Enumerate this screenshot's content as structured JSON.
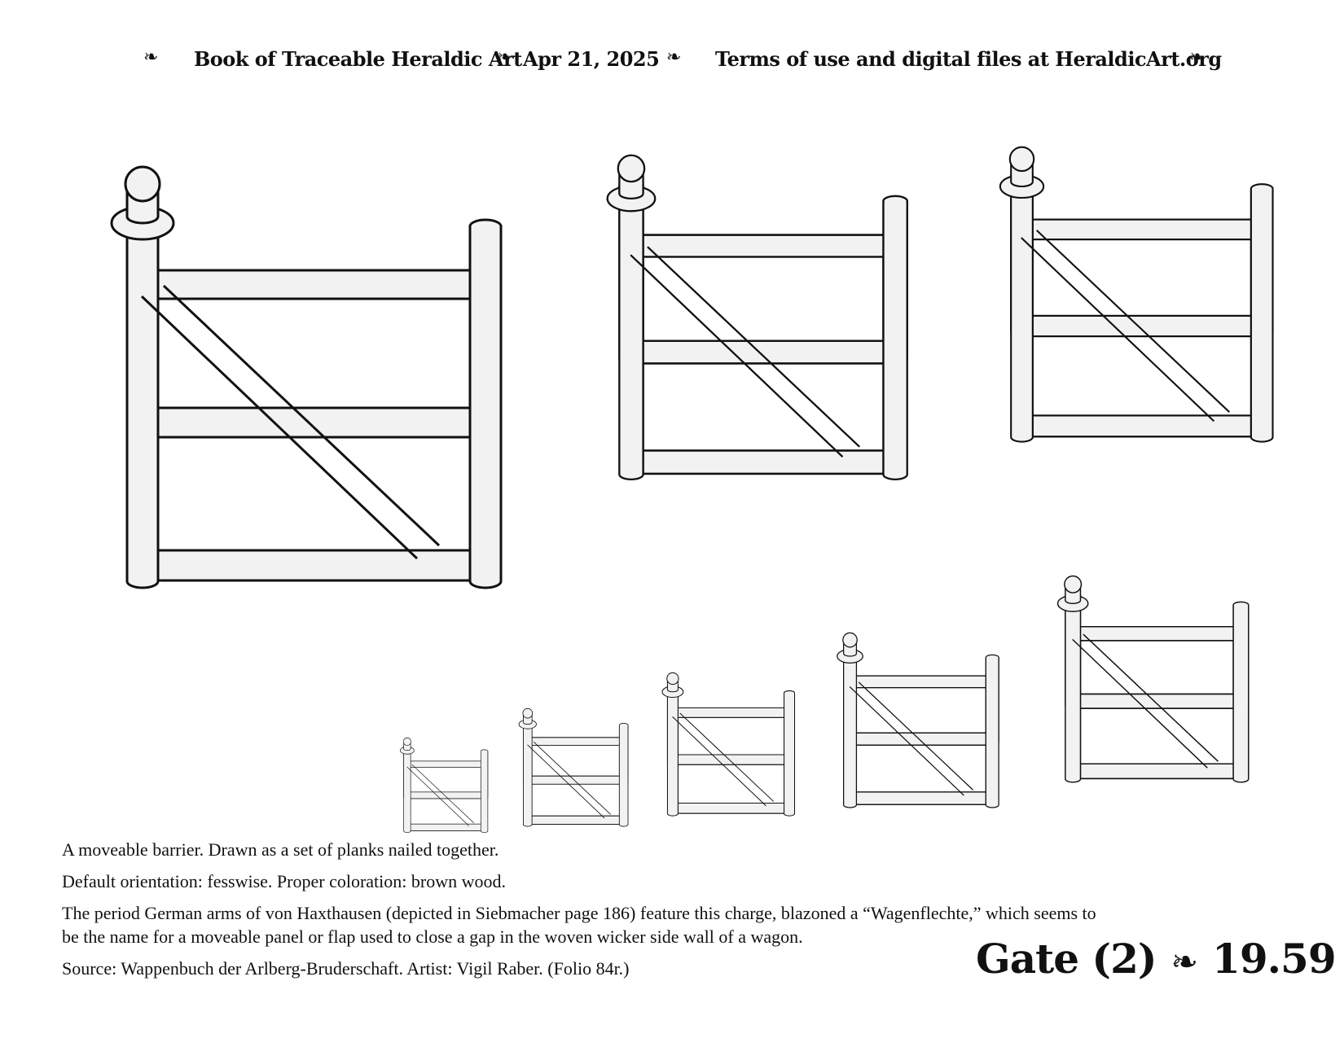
{
  "header": {
    "ornament": "❧",
    "book_title": "Book of Traceable Heraldic Art",
    "date": "Apr 21, 2025",
    "terms": "Terms of use and digital files at HeraldicArt.org"
  },
  "description": {
    "line1": "A moveable barrier. Drawn as a set of planks nailed together.",
    "line2": "Default orientation: fesswise. Proper coloration: brown wood.",
    "line3a": "The period German arms of von Haxthausen (depicted in Siebmacher page 186) feature this charge, blazoned a “Wagenflechte,” which seems to",
    "line3b": "be the name for a moveable panel or flap used to close a gap in the woven wicker side wall of a wagon.",
    "line4": "Source: Wappenbuch der Arlberg-Bruderschaft. Artist: Vigil Raber. (Folio 84r.)"
  },
  "plate": {
    "name": "Gate (2)",
    "ornament": "❧",
    "number": "19.59"
  },
  "colors": {
    "gate_fill": "#f2f2f2",
    "gate_outline": "#111111"
  }
}
